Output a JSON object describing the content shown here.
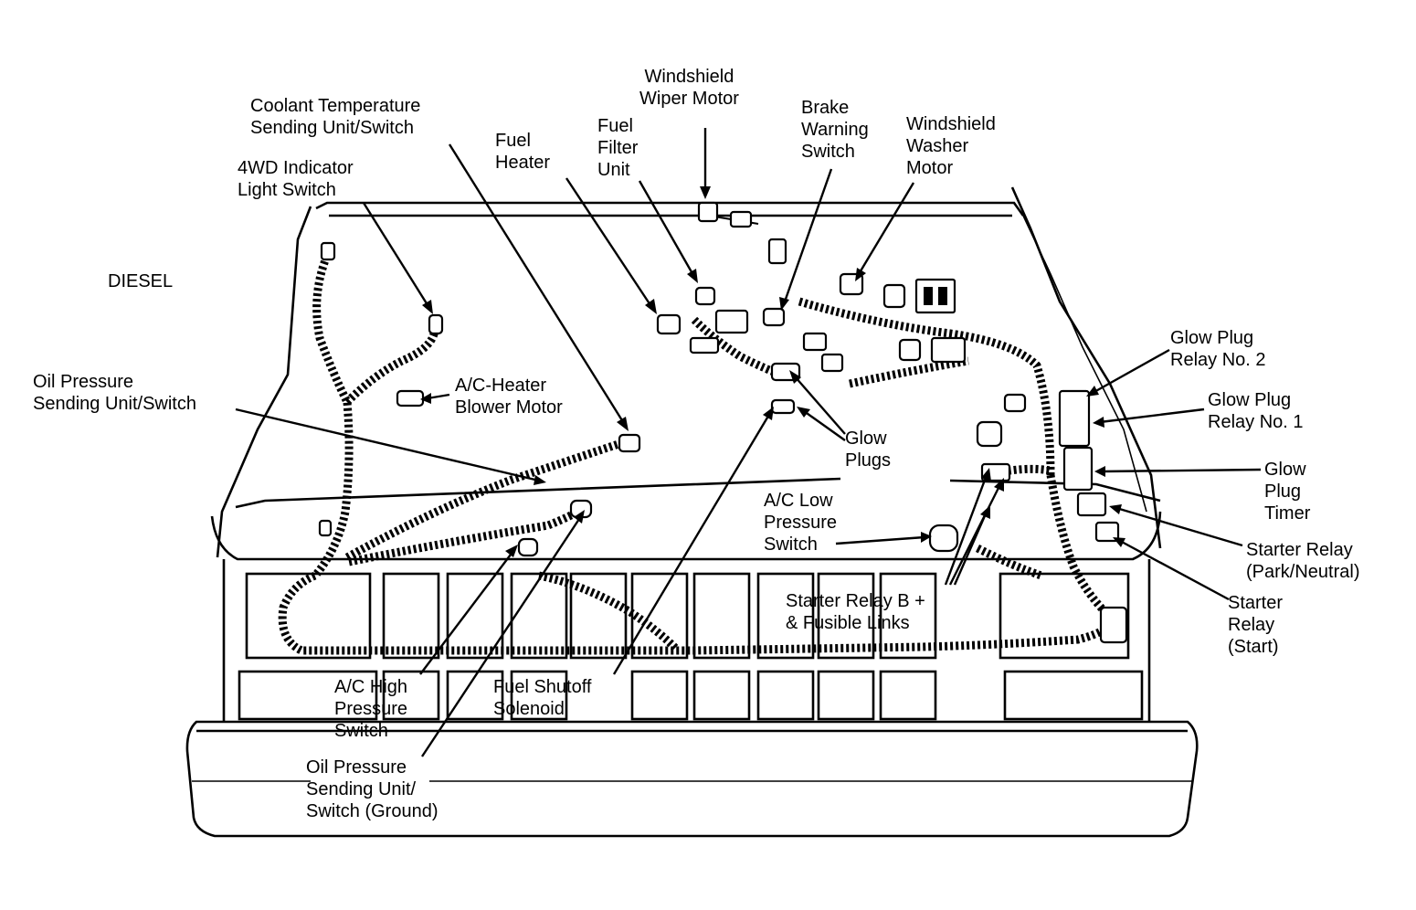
{
  "diagram": {
    "variant": "DIESEL",
    "labels": {
      "windshield_wiper_motor": [
        "Windshield",
        "Wiper Motor"
      ],
      "coolant_temp": [
        "Coolant Temperature",
        "Sending Unit/Switch"
      ],
      "fuel_filter": [
        "Fuel",
        "Filter",
        "Unit"
      ],
      "brake_warning": [
        "Brake",
        "Warning",
        "Switch"
      ],
      "windshield_washer": [
        "Windshield",
        "Washer",
        "Motor"
      ],
      "fuel_heater": [
        "Fuel",
        "Heater"
      ],
      "indicator_4wd": [
        "4WD Indicator",
        "Light Switch"
      ],
      "oil_pressure": [
        "Oil Pressure",
        "Sending Unit/Switch"
      ],
      "ac_heater_blower": [
        "A/C-Heater",
        "Blower Motor"
      ],
      "glow_plugs": [
        "Glow",
        "Plugs"
      ],
      "glow_plug_relay_2": [
        "Glow Plug",
        "Relay No. 2"
      ],
      "glow_plug_relay_1": [
        "Glow Plug",
        "Relay No. 1"
      ],
      "glow_plug_timer": [
        "Glow",
        "Plug",
        "Timer"
      ],
      "ac_low_pressure": [
        "A/C Low",
        "Pressure",
        "Switch"
      ],
      "starter_relay_park": [
        "Starter Relay",
        "(Park/Neutral)"
      ],
      "starter_relay_start": [
        "Starter",
        "Relay",
        "(Start)"
      ],
      "starter_relay_b": [
        "Starter Relay B +",
        "& Fusible Links"
      ],
      "ac_high_pressure": [
        "A/C High",
        "Pressure",
        "Switch"
      ],
      "fuel_shutoff": [
        "Fuel Shutoff",
        "Solenoid"
      ],
      "oil_pressure_ground": [
        "Oil Pressure",
        "Sending Unit/",
        "Switch (Ground)"
      ]
    }
  }
}
